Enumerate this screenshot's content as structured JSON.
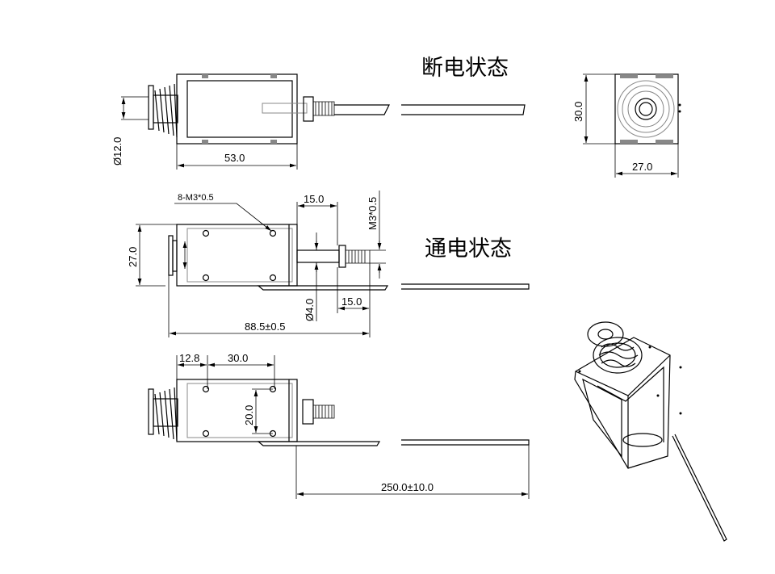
{
  "titles": {
    "power_off": "断电状态",
    "power_on": "通电状态"
  },
  "dimensions": {
    "top_view": {
      "diameter": "Ø12.0",
      "length": "53.0"
    },
    "end_view": {
      "height": "30.0",
      "width": "27.0"
    },
    "side_view": {
      "mount_holes": "8-M3*0.5",
      "rod_extension": "15.0",
      "thread": "M3*0.5",
      "height": "27.0",
      "rod_diameter": "Ø4.0",
      "thread_length": "15.0",
      "overall_length": "88.5±0.5"
    },
    "bottom_view": {
      "hole_offset": "12.8",
      "hole_spacing": "30.0",
      "hole_vertical_spacing": "20.0",
      "wire_length": "250.0±10.0"
    }
  }
}
